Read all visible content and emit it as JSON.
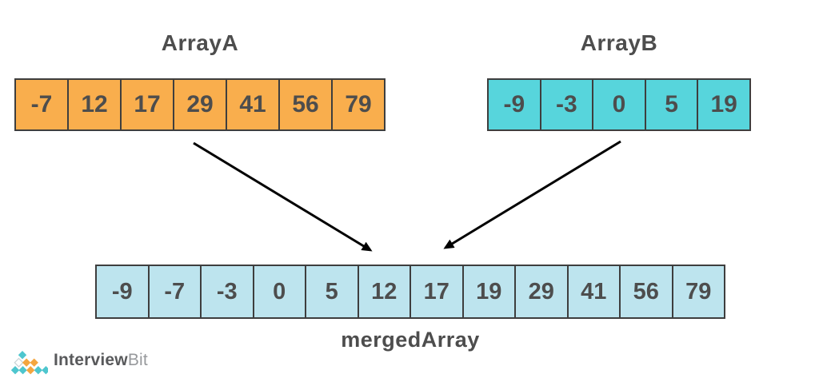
{
  "diagram": {
    "array_a": {
      "label": "ArrayA",
      "values": [
        "-7",
        "12",
        "17",
        "29",
        "41",
        "56",
        "79"
      ]
    },
    "array_b": {
      "label": "ArrayB",
      "values": [
        "-9",
        "-3",
        "0",
        "5",
        "19"
      ]
    },
    "merged": {
      "label": "mergedArray",
      "values": [
        "-9",
        "-7",
        "-3",
        "0",
        "5",
        "12",
        "17",
        "19",
        "29",
        "41",
        "56",
        "79"
      ]
    }
  },
  "logo": {
    "brand_primary": "Interview",
    "brand_secondary": "Bit"
  },
  "colors": {
    "array_a_fill": "#f9ae4d",
    "array_b_fill": "#57d5dc",
    "merged_fill": "#bde4ee",
    "cell_border": "#3e3e3e",
    "cell_text": "#4d4d4d",
    "label_text": "#4d4d4d",
    "arrow": "#000000",
    "logo_teal": "#4ec6ce",
    "logo_orange": "#f4a63f",
    "brand_primary_color": "#58595b",
    "brand_secondary_color": "#97999c"
  }
}
